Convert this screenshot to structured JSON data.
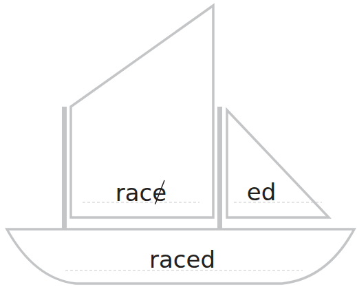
{
  "diagram": {
    "nodes": [
      {
        "text": [
          "race"
        ]
      },
      {
        "text": [
          "ed"
        ]
      },
      {
        "text": [
          "raced"
        ]
      }
    ]
  }
}
